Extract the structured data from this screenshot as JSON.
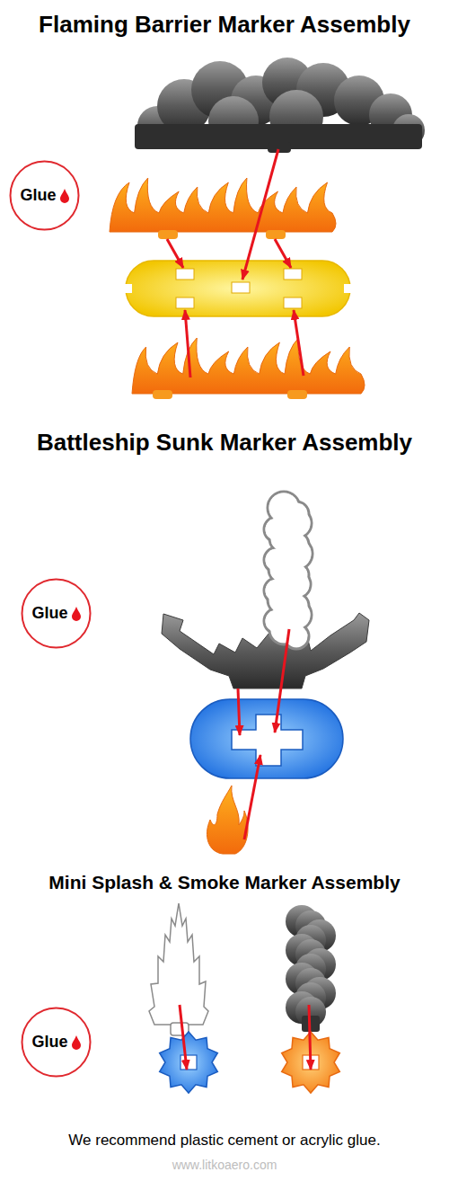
{
  "diagram": {
    "title": "Flaming Barrier Marker Assembly",
    "caption": "We recommend plastic cement or acrylic glue.",
    "nodes": [
      {
        "text": [
          "Glue"
        ]
      },
      {
        "text": [
          "Glue"
        ]
      },
      {
        "text": [
          "Glue"
        ]
      }
    ],
    "labels": [
      "Battleship Sunk Marker Assembly",
      "Mini Splash & Smoke Marker Assembly",
      "www.litkoaero.com"
    ]
  }
}
